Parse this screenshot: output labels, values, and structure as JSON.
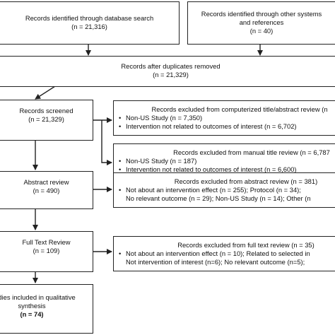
{
  "boxes": {
    "db_search": {
      "line1": "Records identified through database search",
      "line2": "(n = 21,316)"
    },
    "other_sources": {
      "line1": "Records identified through other systems",
      "line2": "and references",
      "line3": "(n = 40)"
    },
    "after_duplicates": {
      "line1": "Records after duplicates removed",
      "line2": "(n = 21,329)"
    },
    "screened": {
      "line1": "Records screened",
      "line2": "(n = 21,329)"
    },
    "excl_computerized": {
      "title": "Records excluded from computerized title/abstract review (n",
      "items": [
        "Non-US Study (n = 7,350)",
        "Intervention not related to outcomes of interest (n = 6,702)"
      ]
    },
    "excl_manual": {
      "title": "Records excluded from manual title review (n = 6,787",
      "items": [
        "Non-US Study (n = 187)",
        "Intervention not related to outcomes of interest (n = 6,600)"
      ]
    },
    "abstract_review": {
      "line1": "Abstract review",
      "line2": "(n = 490)"
    },
    "excl_abstract": {
      "title": "Records excluded from abstract review (n = 381)",
      "item": "Not about an intervention effect (n = 255); Protocol (n = 34);",
      "cont": "No relevant outcome (n = 29); Non-US Study (n = 14); Other (n"
    },
    "full_text": {
      "line1": "Full Text Review",
      "line2": "(n = 109)"
    },
    "excl_fulltext": {
      "title": "Records excluded from full text review (n = 35)",
      "item": "Not about an intervention effect (n = 10); Related to selected in",
      "cont": "Not intervention of interest (n=6); No relevant outcome (n=5);"
    },
    "included": {
      "line1": "Studies included in qualitative",
      "line2": "synthesis",
      "line3": "(n = 74)"
    }
  }
}
